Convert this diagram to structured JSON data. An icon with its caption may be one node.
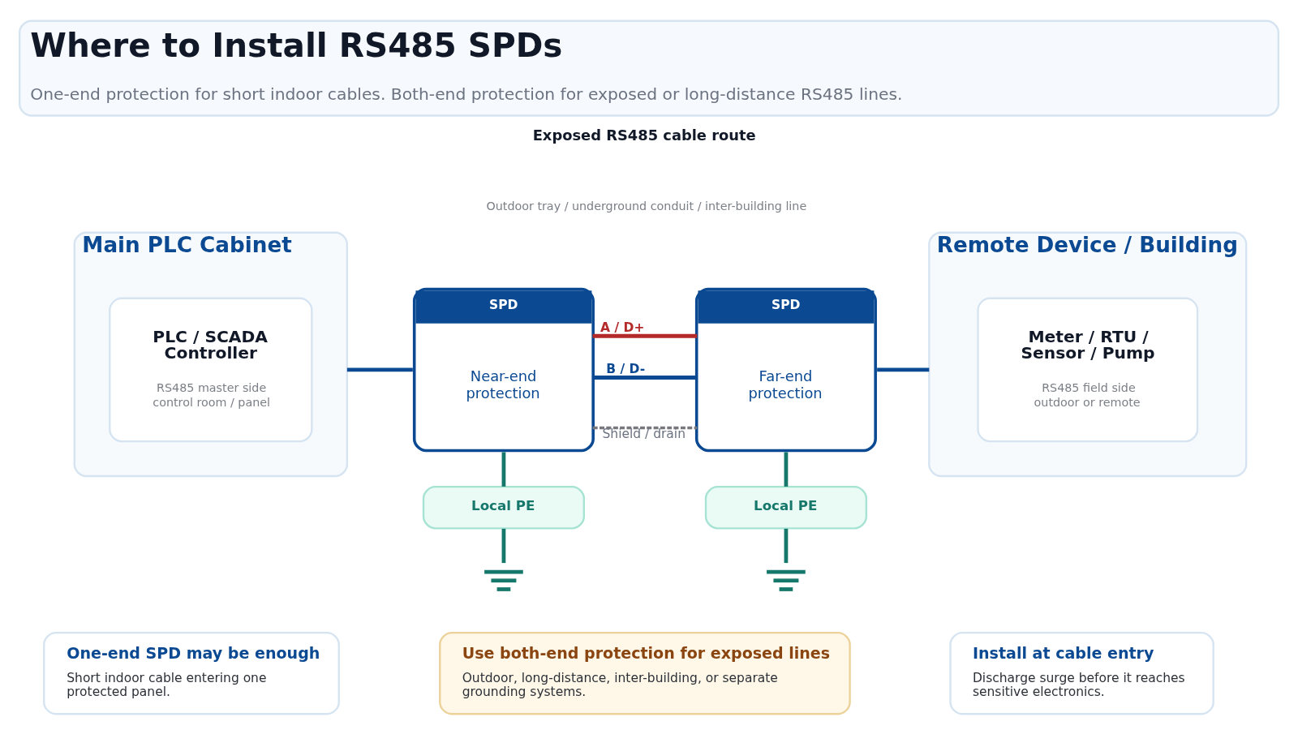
{
  "diagram": {
    "title": "Where to Install RS485 SPDs",
    "caption": "One-end protection for short indoor cables. Both-end protection for exposed or long-distance RS485 lines.",
    "nodes": [
      {
        "text": [
          "Main PLC Cabinet"
        ]
      },
      {
        "text": [
          "PLC / SCADA Controller",
          "RS485 master side",
          "control room / panel"
        ],
        "in": 0
      },
      {
        "text": [
          "SPD",
          "Near-end protection"
        ]
      },
      {
        "text": [
          "SPD",
          "Far-end protection"
        ]
      },
      {
        "text": [
          "Remote Device / Building"
        ]
      },
      {
        "text": [
          "Meter / RTU / Sensor / Pump",
          "RS485 field side",
          "outdoor or remote"
        ],
        "in": 4
      },
      {
        "text": [
          "Local PE"
        ]
      },
      {
        "text": [
          "Local PE"
        ]
      },
      {
        "text": [],
        "shape": "ground"
      },
      {
        "text": [],
        "shape": "ground"
      },
      {
        "text": [
          "One-end SPD may be enough",
          "Short indoor cable entering one protected panel."
        ]
      },
      {
        "text": [
          "Use both-end protection for exposed lines",
          "Outdoor, long-distance, inter-building, or separate grounding systems."
        ]
      },
      {
        "text": [
          "Install at cable entry",
          "Discharge surge before it reaches sensitive electronics."
        ]
      }
    ],
    "edges": [
      {
        "from": 0,
        "to": 2,
        "arrow": "none",
        "color": "#0b4a92"
      },
      {
        "from": 2,
        "to": 3,
        "arrow": "none",
        "label": "A / D+",
        "color": "#b42a2a"
      },
      {
        "from": 2,
        "to": 3,
        "arrow": "none",
        "label": "B / D-",
        "color": "#0b4a92"
      },
      {
        "from": 2,
        "to": 3,
        "arrow": "none",
        "label": "Shield / drain",
        "style": "dashed",
        "color": "#77787d"
      },
      {
        "from": 3,
        "to": 4,
        "arrow": "none",
        "color": "#0b4a92"
      },
      {
        "from": 2,
        "to": 6,
        "arrow": "none"
      },
      {
        "from": 3,
        "to": 7,
        "arrow": "none"
      },
      {
        "from": 6,
        "to": 8,
        "arrow": "none"
      },
      {
        "from": 7,
        "to": 9,
        "arrow": "none"
      }
    ],
    "labels": [
      "Exposed RS485 cable route",
      "Outdoor tray / underground conduit / inter-building line"
    ]
  }
}
